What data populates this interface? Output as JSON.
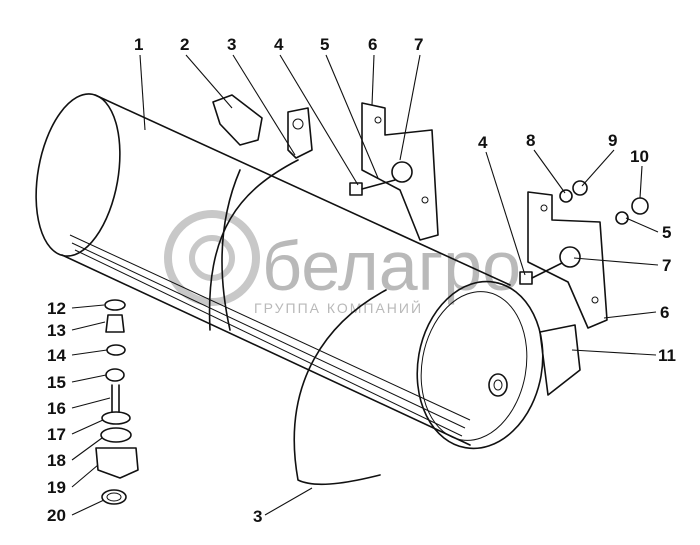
{
  "callouts": [
    "1",
    "2",
    "3",
    "4",
    "5",
    "6",
    "7",
    "8",
    "9",
    "10",
    "11",
    "12",
    "13",
    "14",
    "15",
    "16",
    "17",
    "18",
    "19",
    "20"
  ],
  "extra_callouts": {
    "label_3b": "3",
    "label_4b": "4",
    "label_5b": "5",
    "label_6b": "6",
    "label_7b": "7"
  },
  "watermark": {
    "brand": "белагро",
    "tagline": "ГРУППА КОМПАНИЙ"
  },
  "colors": {
    "ink": "#111111",
    "watermark": "#b9b9b9",
    "background": "#ffffff"
  }
}
